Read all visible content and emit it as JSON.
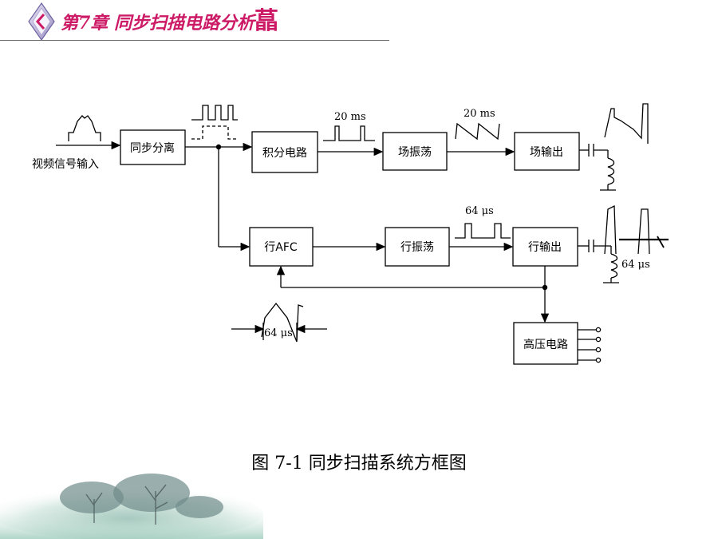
{
  "header": {
    "chapter_prefix": "第",
    "chapter_number": "7",
    "chapter_title": "章 同步扫描电路分析",
    "chapter_suffix": "蕌",
    "accent_color": "#cc1a66",
    "icon": "diamond-back-arrow-icon"
  },
  "diagram": {
    "input_label": "视频信号输入",
    "blocks": {
      "sync_separator": "同步分离",
      "integrator": "积分电路",
      "field_oscillator": "场振荡",
      "field_output": "场输出",
      "line_afc": "行AFC",
      "line_oscillator": "行振荡",
      "line_output": "行输出",
      "hv_circuit": "高压电路"
    },
    "timing_labels": {
      "field_pulse": "20 ms",
      "field_sawtooth": "20 ms",
      "line_pulse": "64 μs",
      "line_output": "64 μs",
      "afc_feedback": "64 μs"
    }
  },
  "caption": "图 7-1  同步扫描系统方框图"
}
